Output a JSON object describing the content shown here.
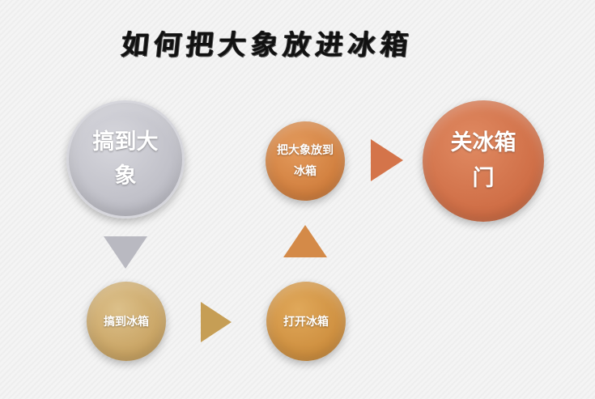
{
  "title": "如何把大象放进冰箱",
  "steps": [
    {
      "label": "搞到大象"
    },
    {
      "label": "搞到冰箱"
    },
    {
      "label": "打开冰箱"
    },
    {
      "label": "把大象放到冰箱"
    },
    {
      "label": "关冰箱门"
    }
  ],
  "colors": {
    "step1": "#c1c1c9",
    "step2": "#c9a464",
    "step3": "#ce8f3f",
    "step4": "#d17f3e",
    "step5": "#cf6e46",
    "title": "#111111"
  }
}
